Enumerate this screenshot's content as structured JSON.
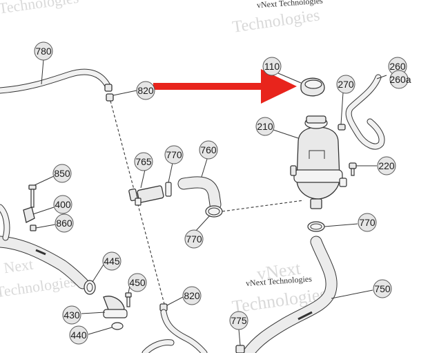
{
  "diagram": {
    "callouts": [
      {
        "id": "c780",
        "label": "780"
      },
      {
        "id": "c820a",
        "label": "820"
      },
      {
        "id": "c110",
        "label": "110"
      },
      {
        "id": "c270",
        "label": "270"
      },
      {
        "id": "c260",
        "label": "260"
      },
      {
        "id": "c260a",
        "label": "260a"
      },
      {
        "id": "c210",
        "label": "210"
      },
      {
        "id": "c765",
        "label": "765"
      },
      {
        "id": "c770a",
        "label": "770"
      },
      {
        "id": "c760",
        "label": "760"
      },
      {
        "id": "c220",
        "label": "220"
      },
      {
        "id": "c850",
        "label": "850"
      },
      {
        "id": "c400",
        "label": "400"
      },
      {
        "id": "c860",
        "label": "860"
      },
      {
        "id": "c770b",
        "label": "770"
      },
      {
        "id": "c770c",
        "label": "770"
      },
      {
        "id": "c445",
        "label": "445"
      },
      {
        "id": "c450",
        "label": "450"
      },
      {
        "id": "c820b",
        "label": "820"
      },
      {
        "id": "c750",
        "label": "750"
      },
      {
        "id": "c430",
        "label": "430"
      },
      {
        "id": "c440",
        "label": "440"
      },
      {
        "id": "c775",
        "label": "775"
      }
    ],
    "watermarks": {
      "top_left": "Technologies",
      "top_center_small": "vNext Technologies",
      "top_center_large": "Technologies",
      "mid_left_small": "Next",
      "mid_left_large": "Technologies",
      "center_small": "vNext Technologies",
      "center_large": "vNext",
      "center_large2": "Technologies"
    },
    "colors": {
      "arrow": "#e8241c",
      "callout_fill": "#e6e6e6",
      "line": "#333333"
    }
  }
}
